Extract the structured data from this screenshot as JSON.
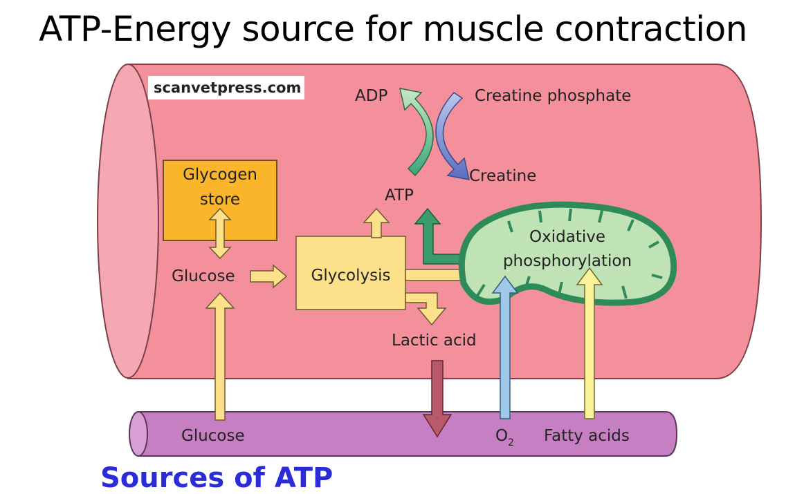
{
  "title": "ATP-Energy source for muscle contraction",
  "watermark": "scanvetpress.com",
  "labels": {
    "adp": "ADP",
    "creatine_phosphate": "Creatine phosphate",
    "creatine": "Creatine",
    "atp": "ATP",
    "glycogen_line1": "Glycogen",
    "glycogen_line2": "store",
    "glucose_cell": "Glucose",
    "glycolysis": "Glycolysis",
    "oxidative_line1": "Oxidative",
    "oxidative_line2": "phosphorylation",
    "lactic_acid": "Lactic acid",
    "glucose_blood": "Glucose",
    "o2_main": "O",
    "o2_sub": "2",
    "fatty_acids": "Fatty acids"
  },
  "bottom_text": "Sources of ATP",
  "colors": {
    "muscle_fiber": "#f4909c",
    "blood_vessel": "#c77fc4",
    "glycogen_box": "#fbb52b",
    "glycolysis_box": "#fde08a",
    "mitochondrion_fill": "#bfe3b4",
    "mitochondrion_stroke": "#2f8a5a",
    "oxygen_arrow": "#9fc9ea",
    "fatty_arrow": "#fbf39a",
    "lactic_arrow": "#b85a6a",
    "bottom_text": "#2b2bd8"
  }
}
